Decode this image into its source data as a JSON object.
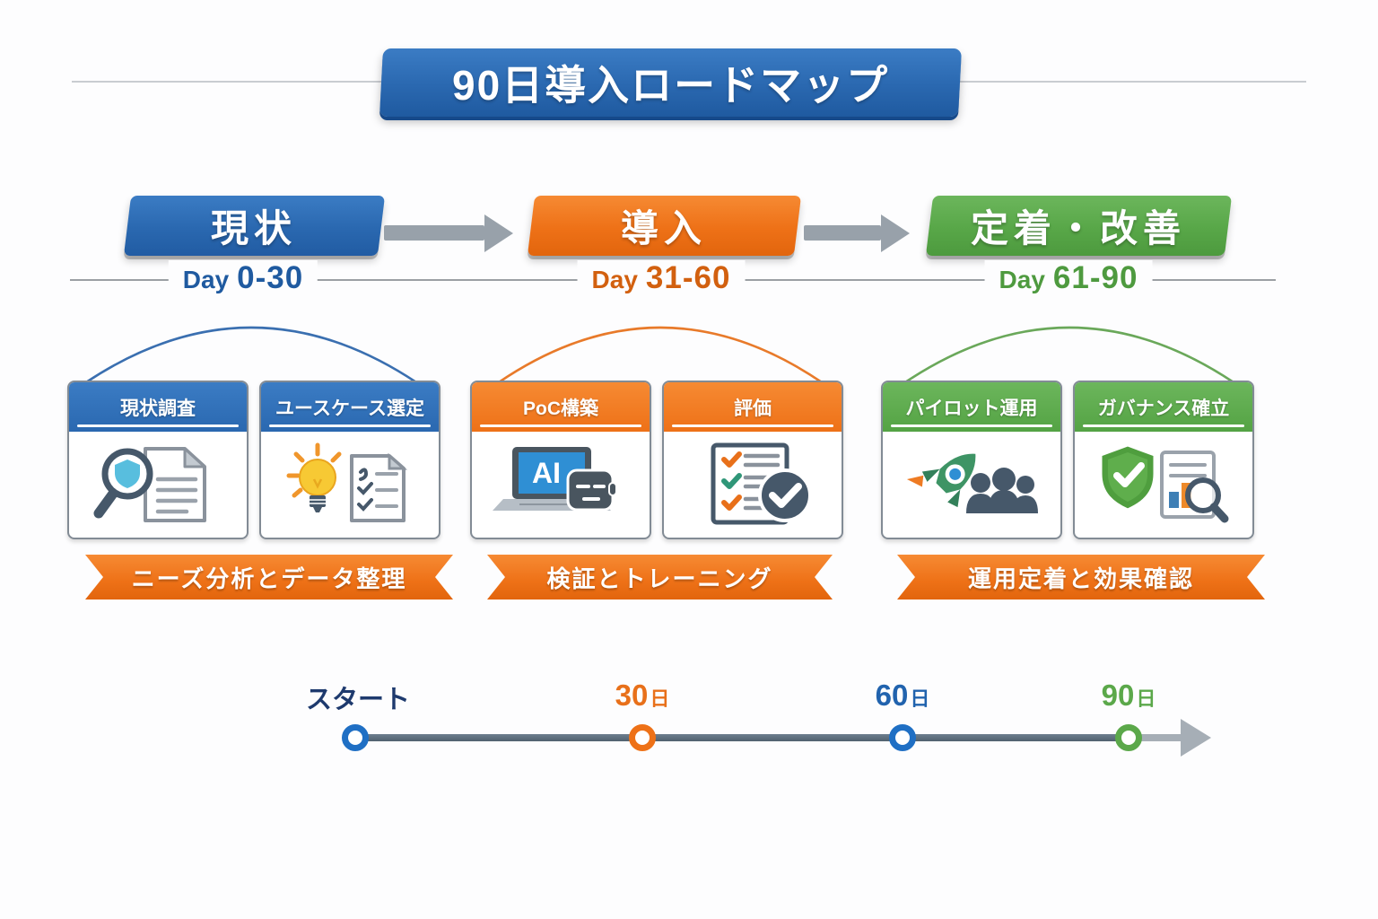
{
  "title": "90日導入ロードマップ",
  "phases": [
    {
      "name": "現状",
      "day_prefix": "Day",
      "day_range": "0-30"
    },
    {
      "name": "導入",
      "day_prefix": "Day",
      "day_range": "31-60"
    },
    {
      "name": "定着・改善",
      "day_prefix": "Day",
      "day_range": "61-90"
    }
  ],
  "cards": [
    {
      "title": "現状調査",
      "icon": "search-document-icon"
    },
    {
      "title": "ユースケース選定",
      "icon": "idea-checklist-icon"
    },
    {
      "title": "PoC構築",
      "icon": "ai-laptop-robot-icon"
    },
    {
      "title": "評価",
      "icon": "evaluation-check-icon"
    },
    {
      "title": "パイロット運用",
      "icon": "rocket-team-icon"
    },
    {
      "title": "ガバナンス確立",
      "icon": "shield-audit-icon"
    }
  ],
  "ribbons": [
    {
      "label": "ニーズ分析とデータ整理"
    },
    {
      "label": "検証とトレーニング"
    },
    {
      "label": "運用定着と効果確認"
    }
  ],
  "timeline": {
    "points": [
      {
        "num": "スタート",
        "unit": ""
      },
      {
        "num": "30",
        "unit": "日"
      },
      {
        "num": "60",
        "unit": "日"
      },
      {
        "num": "90",
        "unit": "日"
      }
    ]
  },
  "colors": {
    "blue": "#2e6cb5",
    "orange": "#ee7117",
    "green": "#58a747",
    "navy": "#1e3a6e",
    "arrow_gray": "#98a1aa",
    "timeline_gray": "#5d6e80"
  }
}
